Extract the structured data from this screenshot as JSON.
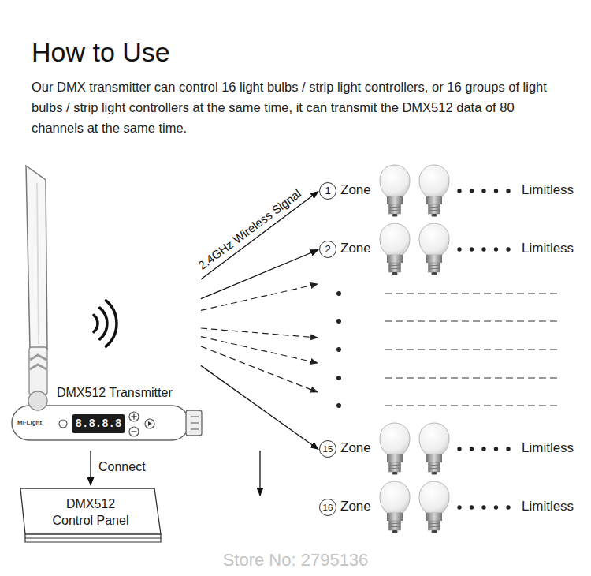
{
  "diagram": {
    "title": "How to Use",
    "nodes": [
      {
        "text": [
          "DMX512 Transmitter",
          "8.8.8.8"
        ]
      },
      {
        "text": [
          "DMX512 Control Panel"
        ]
      },
      {
        "text": [
          "1",
          "Zone",
          "Limitless"
        ]
      },
      {
        "text": [
          "2",
          "Zone",
          "Limitless"
        ]
      },
      {
        "text": [
          "15",
          "Zone",
          "Limitless"
        ]
      },
      {
        "text": [
          "16",
          "Zone",
          "Limitless"
        ]
      }
    ],
    "edges": [
      {
        "from": 0,
        "to": 1,
        "arrow": "to",
        "label": "Connect"
      },
      {
        "from": 0,
        "to": 2,
        "arrow": "to",
        "label": "2.4GHz Wireless Signal"
      },
      {
        "from": 0,
        "to": 3,
        "arrow": "to"
      },
      {
        "from": 0,
        "to": 4,
        "arrow": "to"
      },
      {
        "from": 0,
        "to": 5,
        "arrow": "to"
      }
    ],
    "labels": [
      "Our DMX transmitter can control 16 light bulbs / strip light controllers, or 16 groups of light bulbs / strip light controllers at the same time, it can transmit the DMX512 data of 80 channels at the same time.",
      "Mi·Light",
      "Store No: 2795136"
    ]
  }
}
